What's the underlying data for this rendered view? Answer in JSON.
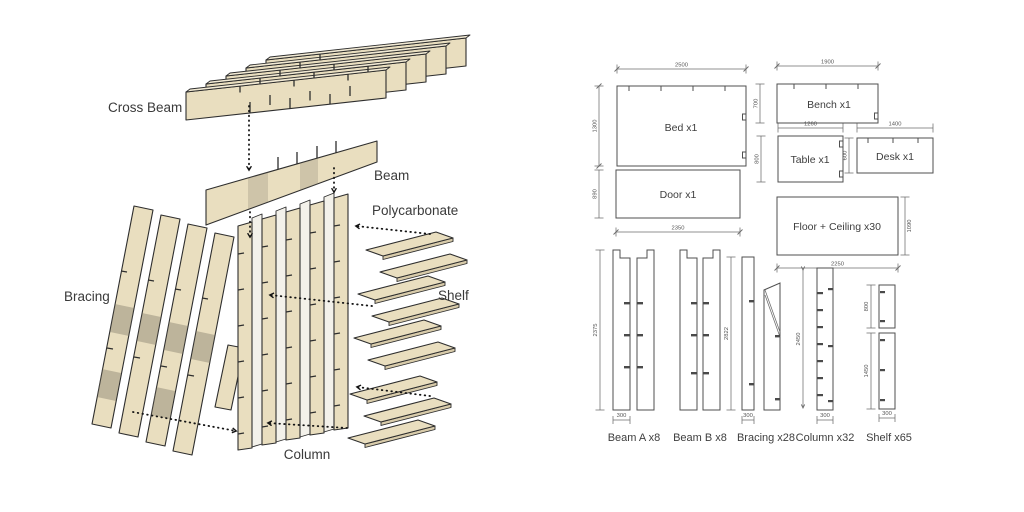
{
  "colors": {
    "wood": "#e9debf",
    "wood_top": "#f2ead4",
    "polycarbonate": "#f3f1ea",
    "outline": "#2e2e2e",
    "dim_line": "#6b6b6b",
    "label_text": "#3a3a3a"
  },
  "exploded": {
    "labels": {
      "cross_beam": "Cross Beam",
      "beam": "Beam",
      "polycarbonate": "Polycarbonate",
      "bracing": "Bracing",
      "shelf": "Shelf",
      "column": "Column"
    }
  },
  "sheet": {
    "bed": {
      "label": "Bed x1",
      "w": "2500",
      "h": "1300"
    },
    "bench": {
      "label": "Bench x1",
      "w": "1900",
      "h": "700"
    },
    "table": {
      "label": "Table x1",
      "w": "1260",
      "h": "800"
    },
    "desk": {
      "label": "Desk x1",
      "w": "1400",
      "h": "600"
    },
    "door": {
      "label": "Door x1",
      "w": "2350",
      "h": "890"
    },
    "floor": {
      "label": "Floor + Ceiling x30",
      "w": "2250",
      "h": "1090"
    },
    "beam_a": {
      "label": "Beam A x8",
      "h": "2375",
      "w": "300"
    },
    "beam_b": {
      "label": "Beam B x8"
    },
    "bracing": {
      "label": "Bracing x28",
      "h": "2822",
      "w": "300"
    },
    "column": {
      "label": "Column x32",
      "h": "2450",
      "w": "300"
    },
    "shelf": {
      "label": "Shelf x65",
      "h_top": "800",
      "h_bottom": "1450",
      "w": "300"
    }
  }
}
